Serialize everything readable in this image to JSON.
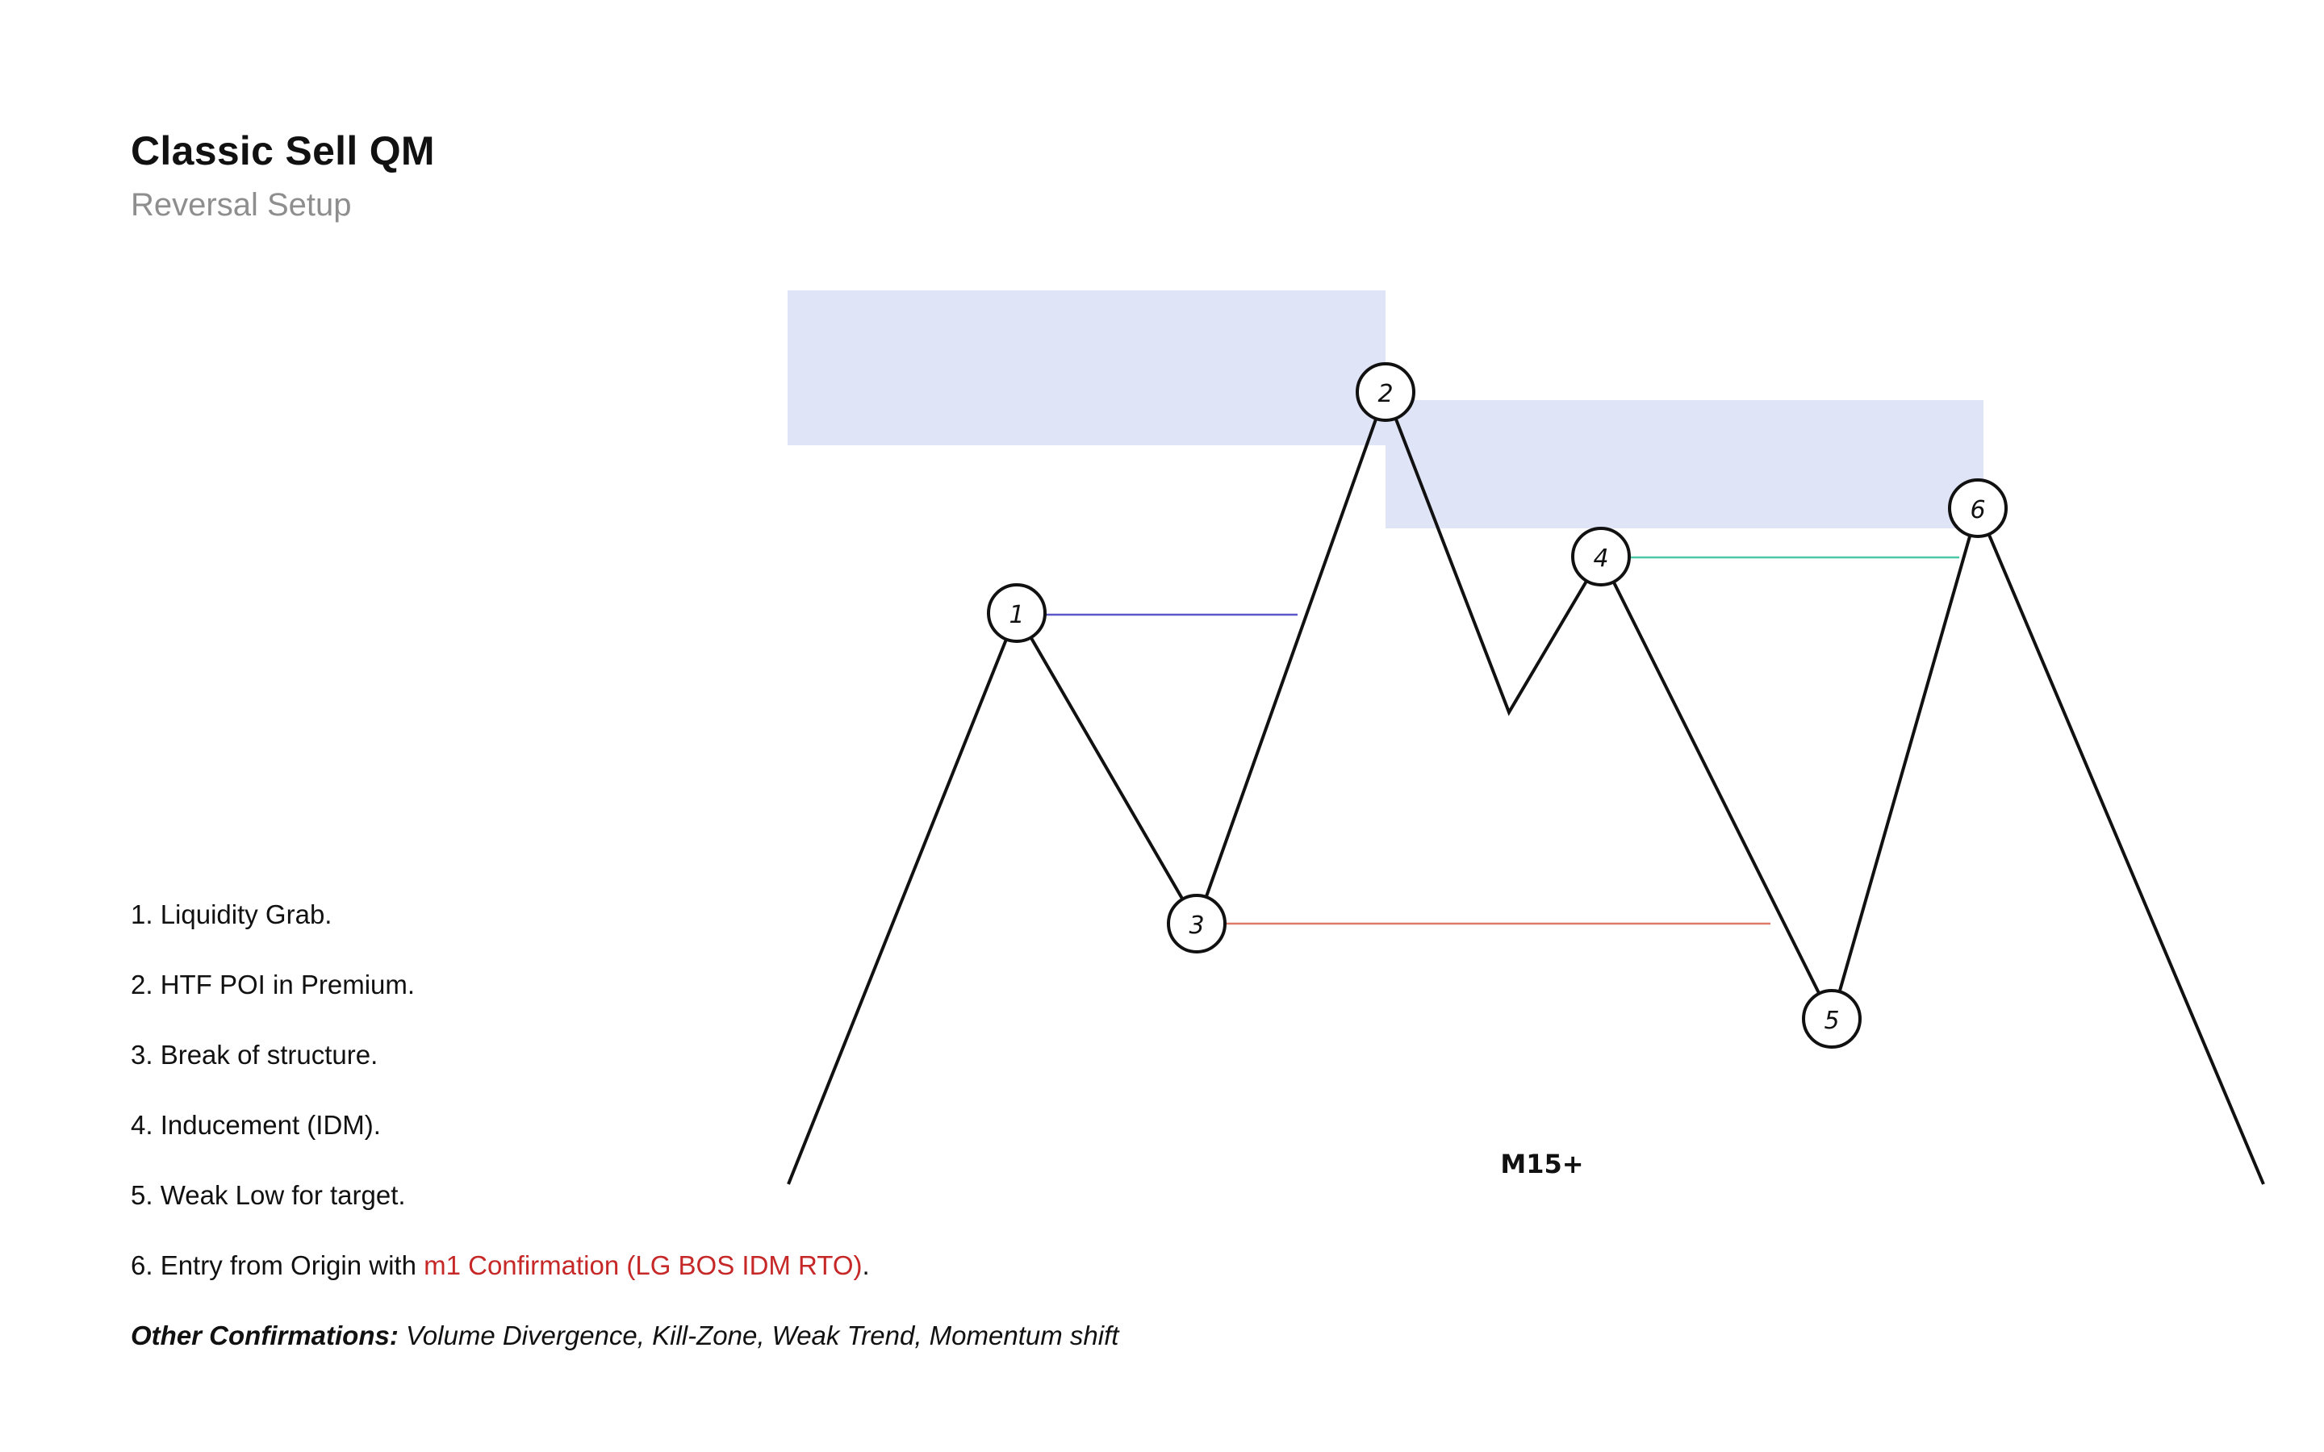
{
  "header": {
    "title": "Classic Sell QM",
    "subtitle": "Reversal Setup"
  },
  "diagram": {
    "timeframe_label": "M15+",
    "points": [
      {
        "id": "p1",
        "label": "1"
      },
      {
        "id": "p2",
        "label": "2"
      },
      {
        "id": "p3",
        "label": "3"
      },
      {
        "id": "p4",
        "label": "4"
      },
      {
        "id": "p5",
        "label": "5"
      },
      {
        "id": "p6",
        "label": "6"
      }
    ],
    "colors": {
      "zone_fill": "#dfe4f7",
      "level_1": "#5b57c6",
      "level_3": "#e07b67",
      "level_4": "#4cc8a6",
      "line": "#111111"
    }
  },
  "steps": {
    "s1": "1. Liquidity Grab.",
    "s2": "2. HTF POI in Premium.",
    "s3": "3. Break of structure.",
    "s4": "4. Inducement (IDM).",
    "s5": "5. Weak Low for target.",
    "s6_prefix": "6. Entry from Origin with ",
    "s6_highlight": "m1 Confirmation (LG BOS IDM RTO)",
    "s6_suffix": ".",
    "other_label": "Other Confirmations:",
    "other_text": " Volume Divergence, Kill-Zone, Weak Trend, Momentum shift"
  }
}
